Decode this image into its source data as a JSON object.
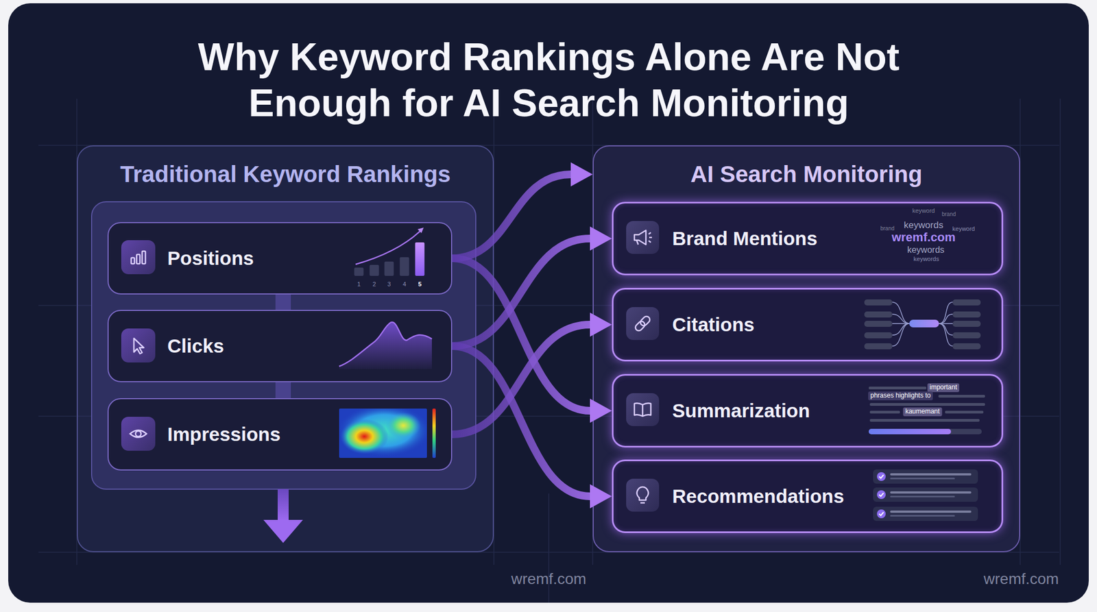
{
  "diagram": {
    "title": "Why Keyword Rankings Alone Are Not Enough for AI Search Monitoring",
    "nodes": [
      {
        "text": [
          "Traditional Keyword Rankings"
        ]
      },
      {
        "text": [
          "Positions"
        ],
        "in": 0
      },
      {
        "text": [
          "Clicks"
        ],
        "in": 0
      },
      {
        "text": [
          "Impressions"
        ],
        "in": 0
      },
      {
        "text": [
          "AI Search Monitoring"
        ]
      },
      {
        "text": [
          "Brand Mentions"
        ],
        "in": 4
      },
      {
        "text": [
          "Citations"
        ],
        "in": 4
      },
      {
        "text": [
          "Summarization"
        ],
        "in": 4
      },
      {
        "text": [
          "Recommendations"
        ],
        "in": 4
      }
    ],
    "edges": [
      {
        "from": 1,
        "to": 4,
        "arrow": "to"
      },
      {
        "from": 1,
        "to": 7,
        "arrow": "to"
      },
      {
        "from": 2,
        "to": 5,
        "arrow": "to"
      },
      {
        "from": 2,
        "to": 8,
        "arrow": "to"
      },
      {
        "from": 3,
        "to": 6,
        "arrow": "to"
      }
    ],
    "labels": [
      "1",
      "2",
      "3",
      "4",
      "5",
      "keyword",
      "brand",
      "brand",
      "keywords",
      "keyword",
      "wremf.com",
      "keywords",
      "keywords",
      "important",
      "phrases highlights to",
      "kaumemant",
      "wremf.com",
      "wremf.com"
    ]
  }
}
